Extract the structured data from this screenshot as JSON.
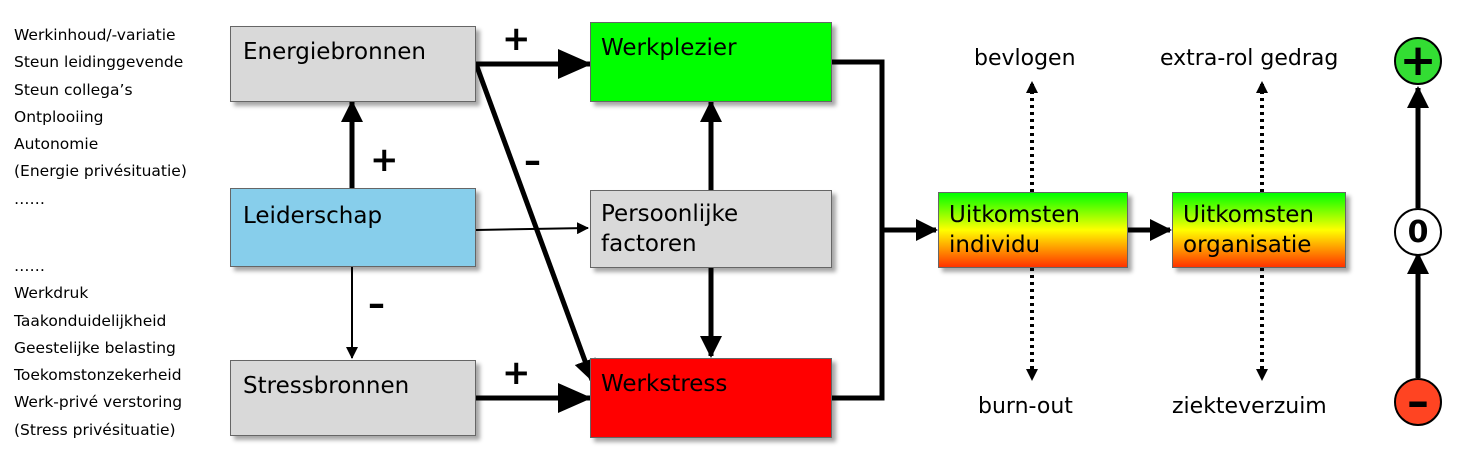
{
  "energy_list": [
    "Werkinhoud/-variatie",
    "Steun leidinggevende",
    "Steun collega’s",
    "Ontplooiing",
    "Autonomie",
    "(Energie privésituatie)",
    "……"
  ],
  "stress_list": [
    "……",
    "Werkdruk",
    "Taakonduidelijkheid",
    "Geestelijke belasting",
    "Toekomstonzekerheid",
    "Werk-privé verstoring",
    "(Stress privésituatie)"
  ],
  "boxes": {
    "energiebronnen": "Energiebronnen",
    "leiderschap": "Leiderschap",
    "stressbronnen": "Stressbronnen",
    "werkplezier": "Werkplezier",
    "persoonlijke_1": "Persoonlijke",
    "persoonlijke_2": "factoren",
    "werkstress": "Werkstress",
    "individu_1": "Uitkomsten",
    "individu_2": "individu",
    "organisatie_1": "Uitkomsten",
    "organisatie_2": "organisatie"
  },
  "signs": {
    "energy_to_plezier": "+",
    "leider_to_energy": "+",
    "energy_to_stress": "–",
    "leider_to_stress": "–",
    "stress_to_werkstress": "+"
  },
  "outcomes": {
    "individu_top": "bevlogen",
    "individu_bottom": "burn-out",
    "organisatie_top": "extra-rol gedrag",
    "organisatie_bottom": "ziekteverzuim"
  },
  "scale": {
    "top": "+",
    "middle": "0",
    "bottom": "–"
  },
  "colors": {
    "grey_box": "#d9d9d9",
    "blue_box": "#87ceeb",
    "green_box": "#00ff00",
    "red_box": "#ff0000",
    "gradient_top": "#00ff00",
    "gradient_mid": "#ffff00",
    "gradient_bottom": "#ff3300",
    "plus_circle": "#33dd33",
    "minus_circle": "#ff4422"
  }
}
